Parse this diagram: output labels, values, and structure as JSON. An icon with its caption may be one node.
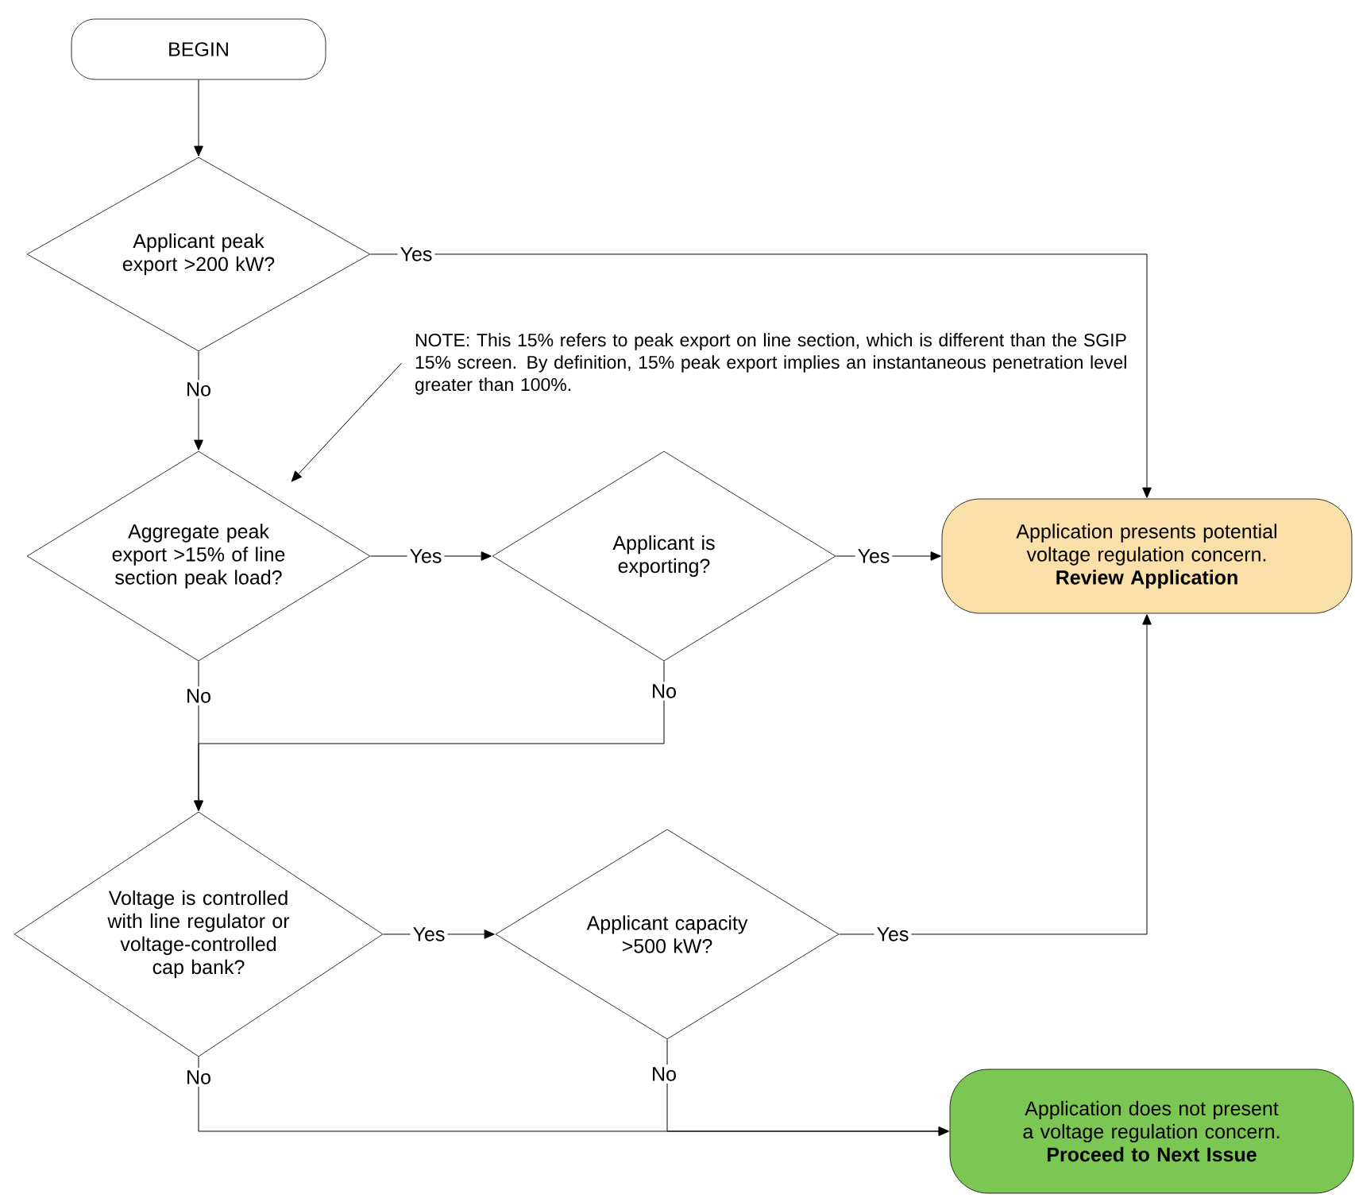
{
  "diagram": {
    "nodes": [
      {
        "text": [
          "BEGIN"
        ]
      },
      {
        "text": [
          "Applicant peak export >200 kW?"
        ]
      },
      {
        "text": [
          "NOTE: This 15% refers to peak export on line section, which is different than the SGIP 15% screen. By definition, 15% peak export implies an instantaneous penetration level greater than 100%."
        ]
      },
      {
        "text": [
          "Aggregate peak export >15% of line section peak load?"
        ]
      },
      {
        "text": [
          "Applicant is exporting?"
        ]
      },
      {
        "text": [
          "Application presents potential voltage regulation concern.",
          "Review Application"
        ]
      },
      {
        "text": [
          "Voltage is controlled with line regulator or voltage-controlled cap bank?"
        ]
      },
      {
        "text": [
          "Applicant capacity >500 kW?"
        ]
      },
      {
        "text": [
          "Application does not present a voltage regulation concern.",
          "Proceed to Next Issue"
        ]
      }
    ],
    "edges": [
      {
        "from": 0,
        "to": 1,
        "arrow": "to"
      },
      {
        "from": 1,
        "to": 5,
        "arrow": "to",
        "label": "Yes"
      },
      {
        "from": 1,
        "to": 3,
        "arrow": "to",
        "label": "No"
      },
      {
        "from": 2,
        "to": 3,
        "arrow": "to"
      },
      {
        "from": 3,
        "to": 4,
        "arrow": "to",
        "label": "Yes"
      },
      {
        "from": 4,
        "to": 5,
        "arrow": "to",
        "label": "Yes"
      },
      {
        "from": 3,
        "to": 6,
        "arrow": "to",
        "label": "No"
      },
      {
        "from": 4,
        "to": 6,
        "arrow": "to",
        "label": "No"
      },
      {
        "from": 6,
        "to": 7,
        "arrow": "to",
        "label": "Yes"
      },
      {
        "from": 7,
        "to": 5,
        "arrow": "to",
        "label": "Yes"
      },
      {
        "from": 6,
        "to": 8,
        "arrow": "to",
        "label": "No"
      },
      {
        "from": 7,
        "to": 8,
        "arrow": "to",
        "label": "No"
      }
    ]
  }
}
